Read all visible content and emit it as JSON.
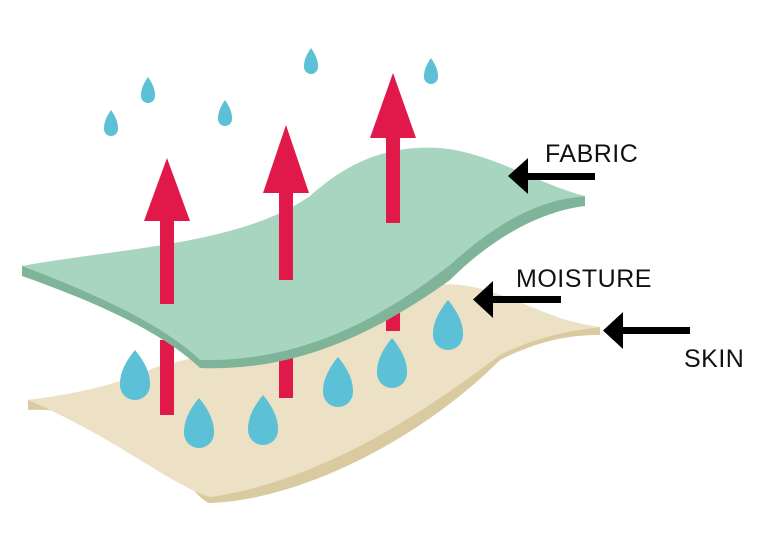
{
  "labels": {
    "fabric": "FABRIC",
    "moisture": "MOISTURE",
    "skin": "SKIN"
  },
  "colors": {
    "fabric_top": "#a7d5bf",
    "fabric_edge": "#7fb498",
    "skin_top": "#ece1c5",
    "skin_edge": "#d9ca9f",
    "arrow": "#e0194a",
    "drop": "#5cc0d6",
    "pointer": "#000000",
    "text": "#111111"
  },
  "icons": {
    "vapor_arrow": "arrow-up",
    "droplet": "water-drop",
    "pointer": "arrow-left"
  }
}
